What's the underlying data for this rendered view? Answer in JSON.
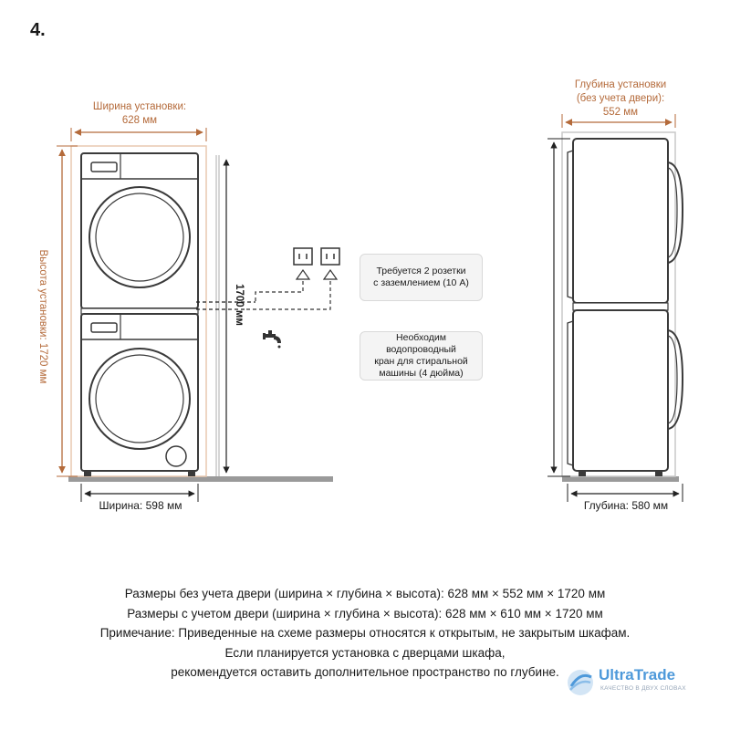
{
  "step_number": "4.",
  "front": {
    "install_width_label": "Ширина установки:",
    "install_width_value": "628 мм",
    "install_height_label": "Высота установки: 1720 мм",
    "pipe_height_label": "1700 мм",
    "width_label": "Ширина: 598 мм"
  },
  "side": {
    "install_depth_line1": "Глубина установки",
    "install_depth_line2": "(без учета двери):",
    "install_depth_value": "552 мм",
    "depth_label": "Глубина: 580 мм"
  },
  "notes": {
    "sockets": [
      "Требуется 2 розетки",
      "с заземлением (10 А)"
    ],
    "tap": [
      "Необходим",
      "водопроводный",
      "кран для стиральной",
      "машины (4 дюйма)"
    ]
  },
  "bottom_text": [
    "Размеры без учета двери (ширина × глубина × высота): 628 мм × 552 мм × 1720 мм",
    "Размеры с учетом двери (ширина × глубина × высота): 628 мм × 610 мм × 1720 мм",
    "Примечание: Приведенные на схеме размеры относятся к открытым, не закрытым шкафам.",
    "Если планируется установка с дверцами шкафа,",
    "рекомендуется оставить дополнительное пространство по глубине."
  ],
  "watermark": {
    "brand": "UltraTrade",
    "tagline": "КАЧЕСТВО В ДВУХ СЛОВАХ"
  },
  "colors": {
    "dimension": "#b46a3a",
    "outline": "#3a3a3a",
    "floor": "#9a9a9a",
    "brand": "#3b8fd6"
  }
}
